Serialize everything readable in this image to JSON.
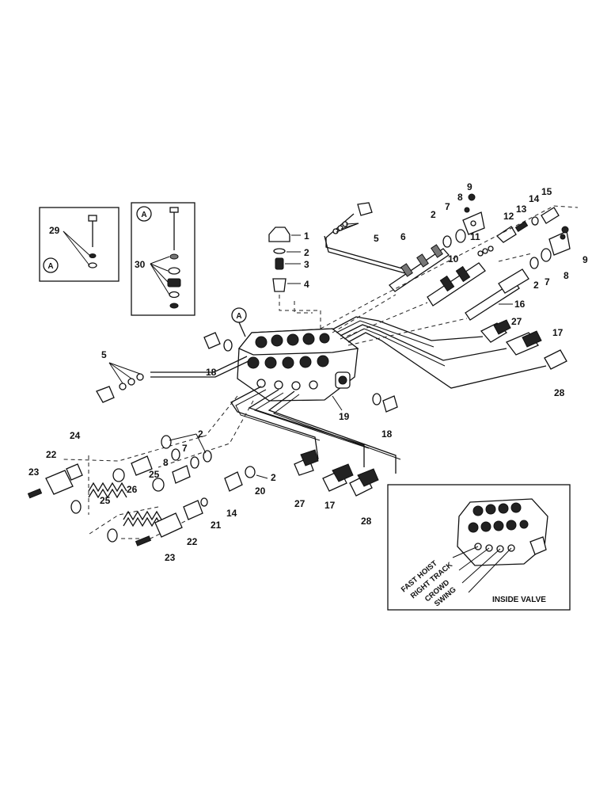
{
  "callouts": {
    "n1": "1",
    "n2": "2",
    "n3": "3",
    "n4": "4",
    "n5": "5",
    "n6": "6",
    "n7": "7",
    "n8": "8",
    "n9": "9",
    "n10": "10",
    "n11": "11",
    "n12": "12",
    "n13": "13",
    "n14": "14",
    "n15": "15",
    "n16": "16",
    "n17": "17",
    "n18": "18",
    "n19": "19",
    "n20": "20",
    "n21": "21",
    "n22": "22",
    "n23": "23",
    "n24": "24",
    "n25": "25",
    "n26": "26",
    "n27": "27",
    "n28": "28",
    "n29": "29",
    "n30": "30"
  },
  "view_marker": "A",
  "inset": {
    "title": "INSIDE VALVE",
    "ports": [
      "FAST HOIST",
      "RIGHT TRACK",
      "CROWD",
      "SWING"
    ]
  }
}
